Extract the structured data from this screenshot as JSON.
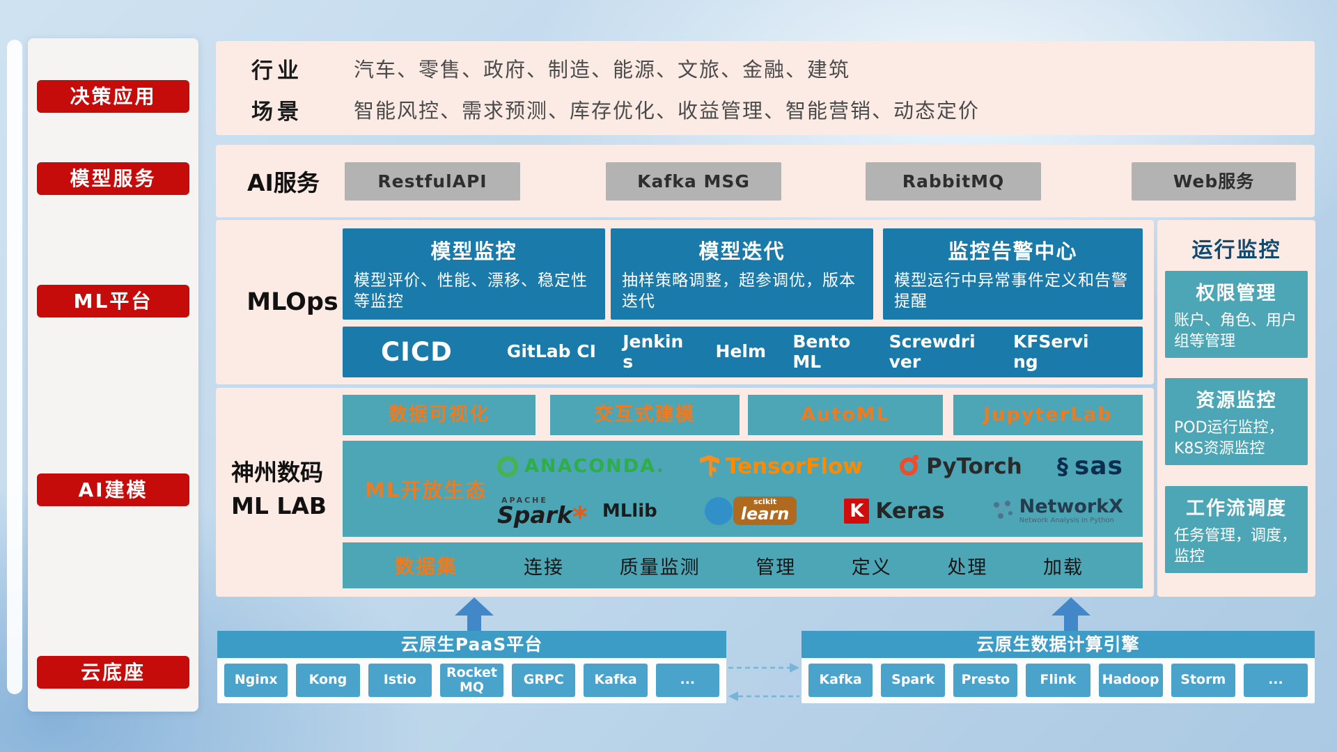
{
  "sidebar": {
    "items": [
      {
        "label": "决策应用"
      },
      {
        "label": "模型服务"
      },
      {
        "label": "ML平台"
      },
      {
        "label": "AI建模"
      },
      {
        "label": "云底座"
      }
    ]
  },
  "industry_panel": {
    "rows": [
      {
        "label": "行业",
        "text": "汽车、零售、政府、制造、能源、文旅、金融、建筑"
      },
      {
        "label": "场景",
        "text": "智能风控、需求预测、库存优化、收益管理、智能营销、动态定价"
      }
    ]
  },
  "ai_service_panel": {
    "label": "AI服务",
    "buttons": [
      "RestfulAPI",
      "Kafka MSG",
      "RabbitMQ",
      "Web服务"
    ]
  },
  "mlops_panel": {
    "label": "MLOps",
    "cards": [
      {
        "title": "模型监控",
        "desc": "模型评价、性能、漂移、稳定性等监控"
      },
      {
        "title": "模型迭代",
        "desc": "抽样策略调整，超参调优，版本迭代"
      },
      {
        "title": "监控告警中心",
        "desc": "模型运行中异常事件定义和告警提醒"
      }
    ],
    "cicd": {
      "label": "CICD",
      "items": [
        "GitLab CI",
        "Jenkins",
        "Helm",
        "BentoML",
        "Screwdriver",
        "KFServing"
      ]
    }
  },
  "mllab_panel": {
    "label_line1": "神州数码",
    "label_line2": "ML LAB",
    "tools": [
      "数据可视化",
      "交互式建模",
      "AutoML",
      "JupyterLab"
    ],
    "ecosystem": {
      "label": "ML开放生态",
      "anaconda": "ANACONDA.",
      "tensorflow": "TensorFlow",
      "pytorch": "PyTorch",
      "sas": "sas",
      "spark_apache": "APACHE",
      "spark": "Spark",
      "mllib": "MLlib",
      "sklearn_top": "scikit",
      "sklearn": "learn",
      "keras_k": "K",
      "keras": "Keras",
      "networkx": "NetworkX",
      "networkx_sub": "Network Analysis in Python"
    },
    "dataset_bar": {
      "label": "数据集",
      "items": [
        "连接",
        "质量监测",
        "管理",
        "定义",
        "处理",
        "加载"
      ]
    }
  },
  "monitor_panel": {
    "title": "运行监控",
    "cards": [
      {
        "title": "权限管理",
        "desc": "账户、角色、用户组等管理"
      },
      {
        "title": "资源监控",
        "desc": "POD运行监控，K8S资源监控"
      },
      {
        "title": "工作流调度",
        "desc": "任务管理，调度，监控"
      }
    ]
  },
  "cloud_base": {
    "paas": {
      "title": "云原生PaaS平台",
      "items": [
        "Nginx",
        "Kong",
        "Istio",
        "RocketMQ",
        "GRPC",
        "Kafka",
        "..."
      ]
    },
    "engine": {
      "title": "云原生数据计算引擎",
      "items": [
        "Kafka",
        "Spark",
        "Presto",
        "Flink",
        "Hadoop",
        "Storm",
        "..."
      ]
    }
  },
  "icons": {
    "sas_swirl": "§",
    "spark_star": "*"
  },
  "colors": {
    "accent_red": "#c60b0b",
    "panel_pink": "#fcebe5",
    "mlops_blue": "#1a7aa9",
    "teal": "#4da6b5",
    "orange_text": "#f07a1e",
    "cloud_blue": "#3d9cc6"
  }
}
